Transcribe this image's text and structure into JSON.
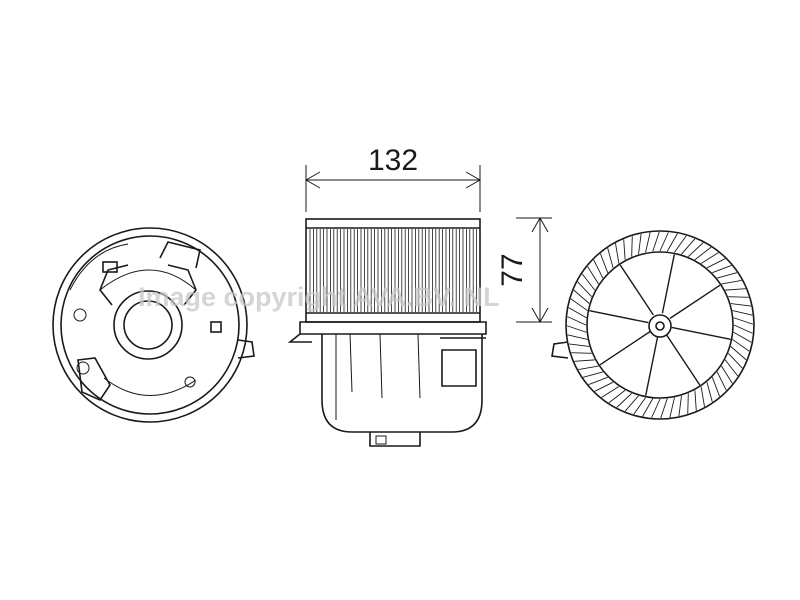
{
  "dimensions": {
    "width_label": "132",
    "height_label": "77"
  },
  "watermark": {
    "text": "Image copyright AVA.BV. NL"
  },
  "colors": {
    "line": "#1a1a1a",
    "background": "#ffffff",
    "watermark": "#c8c8c8"
  }
}
